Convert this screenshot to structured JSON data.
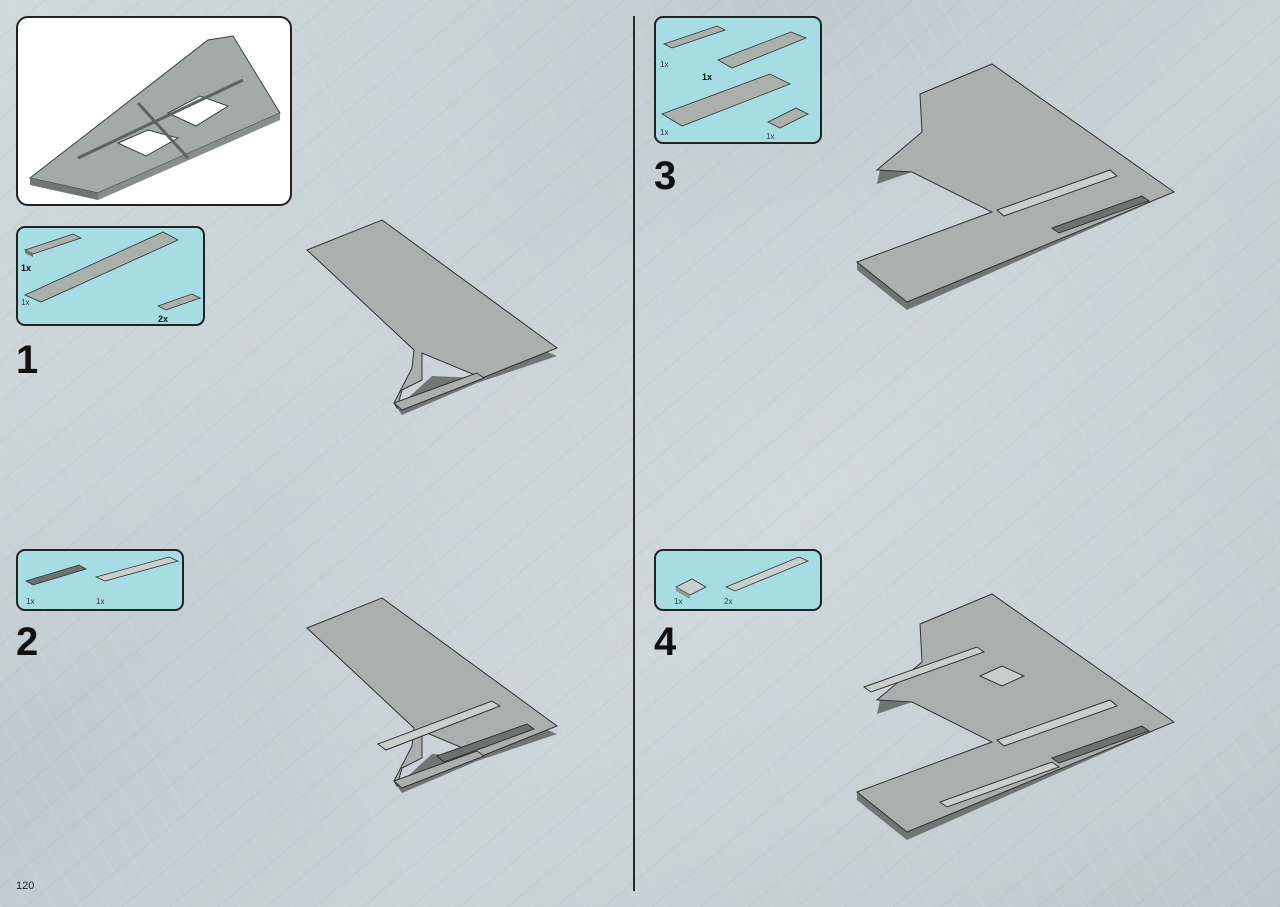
{
  "page": {
    "number": "120"
  },
  "preview": {
    "icon": "completed-model-icon"
  },
  "steps": [
    {
      "number": "1",
      "parts": [
        {
          "qty": "1x"
        },
        {
          "qty": "1x"
        },
        {
          "qty": "2x"
        }
      ]
    },
    {
      "number": "2",
      "parts": [
        {
          "qty": "1x"
        },
        {
          "qty": "1x"
        }
      ]
    },
    {
      "number": "3",
      "parts": [
        {
          "qty": "1x"
        },
        {
          "qty": "1x"
        },
        {
          "qty": "1x"
        },
        {
          "qty": "1x"
        }
      ]
    },
    {
      "number": "4",
      "parts": [
        {
          "qty": "1x"
        },
        {
          "qty": "2x"
        }
      ]
    }
  ],
  "colors": {
    "callout_bg": "#a6dde2",
    "plate_light_gray": "#a9b0ae",
    "plate_dark_gray": "#6b7371",
    "tile_light": "#c9cfcd"
  }
}
